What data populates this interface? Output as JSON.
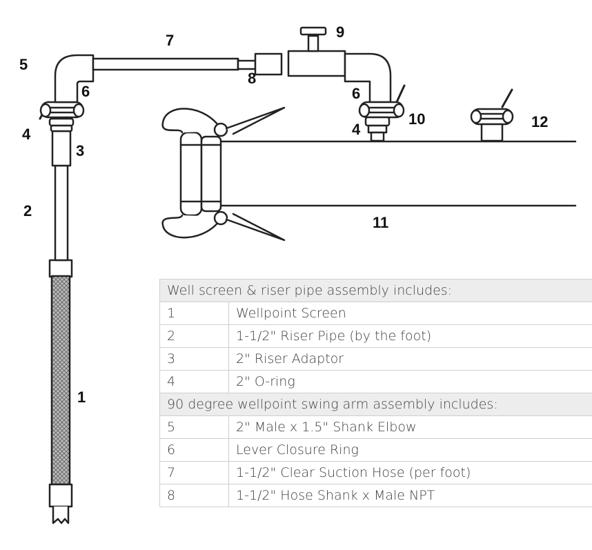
{
  "callouts": {
    "c1": "1",
    "c2": "2",
    "c3": "3",
    "c4a": "4",
    "c4b": "4",
    "c5": "5",
    "c6a": "6",
    "c6b": "6",
    "c7": "7",
    "c8": "8",
    "c9": "9",
    "c10": "10",
    "c11": "11",
    "c12": "12"
  },
  "table": {
    "section1": "Well screen & riser pipe assembly includes:",
    "section2": "90 degree wellpoint swing arm assembly includes:",
    "rows1": [
      {
        "num": "1",
        "desc": "Wellpoint Screen"
      },
      {
        "num": "2",
        "desc": "1-1/2\" Riser Pipe (by the foot)"
      },
      {
        "num": "3",
        "desc": "2\" Riser Adaptor"
      },
      {
        "num": "4",
        "desc": "2\" O-ring"
      }
    ],
    "rows2": [
      {
        "num": "5",
        "desc": "2\" Male x 1.5\" Shank Elbow"
      },
      {
        "num": "6",
        "desc": "Lever Closure Ring"
      },
      {
        "num": "7",
        "desc": "1-1/2\" Clear Suction Hose (per foot)"
      },
      {
        "num": "8",
        "desc": "1-1/2\" Hose Shank x Male NPT"
      }
    ]
  }
}
